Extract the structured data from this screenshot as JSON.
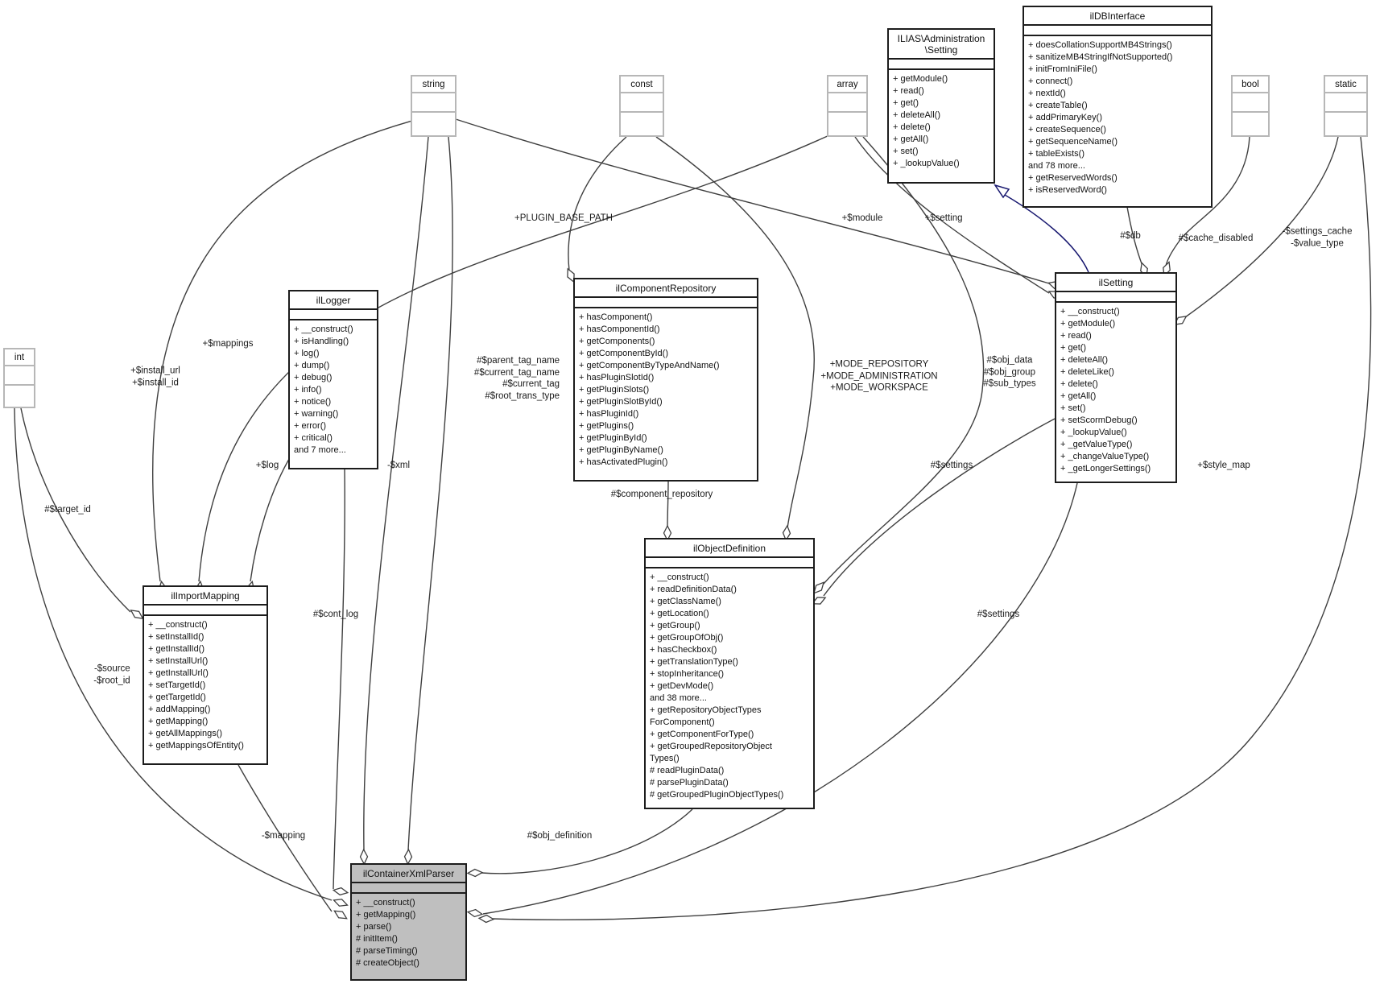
{
  "classes": [
    {
      "name": "ilDBInterface",
      "methods": [
        "+ doesCollationSupportMB4Strings()",
        "+ sanitizeMB4StringIfNotSupported()",
        "+ initFromIniFile()",
        "+ connect()",
        "+ nextId()",
        "+ createTable()",
        "+ addPrimaryKey()",
        "+ createSequence()",
        "+ getSequenceName()",
        "+ tableExists()",
        "and 78 more...",
        "+ getReservedWords()",
        "+ isReservedWord()"
      ]
    },
    {
      "name_lines": [
        "ILIAS\\Administration",
        "\\Setting"
      ],
      "methods": [
        "+ getModule()",
        "+ read()",
        "+ get()",
        "+ deleteAll()",
        "+ delete()",
        "+ getAll()",
        "+ set()",
        "+ _lookupValue()"
      ]
    },
    {
      "name": "ilSetting",
      "methods": [
        "+ __construct()",
        "+ getModule()",
        "+ read()",
        "+ get()",
        "+ deleteAll()",
        "+ deleteLike()",
        "+ delete()",
        "+ getAll()",
        "+ set()",
        "+ setScormDebug()",
        "+ _lookupValue()",
        "+ _getValueType()",
        "+ _changeValueType()",
        "+ _getLongerSettings()"
      ]
    },
    {
      "name": "ilComponentRepository",
      "methods": [
        "+ hasComponent()",
        "+ hasComponentId()",
        "+ getComponents()",
        "+ getComponentById()",
        "+ getComponentByTypeAndName()",
        "+ hasPluginSlotId()",
        "+ getPluginSlots()",
        "+ getPluginSlotById()",
        "+ hasPluginId()",
        "+ getPlugins()",
        "+ getPluginById()",
        "+ getPluginByName()",
        "+ hasActivatedPlugin()"
      ]
    },
    {
      "name": "ilObjectDefinition",
      "methods": [
        "+ __construct()",
        "+ readDefinitionData()",
        "+ getClassName()",
        "+ getLocation()",
        "+ getGroup()",
        "+ getGroupOfObj()",
        "+ hasCheckbox()",
        "+ getTranslationType()",
        "+ stopInheritance()",
        "+ getDevMode()",
        "and 38 more...",
        "+ getRepositoryObjectTypes",
        "ForComponent()",
        "+ getComponentForType()",
        "+ getGroupedRepositoryObject",
        "Types()",
        "# readPluginData()",
        "# parsePluginData()",
        "# getGroupedPluginObjectTypes()"
      ]
    },
    {
      "name": "ilLogger",
      "methods": [
        "+ __construct()",
        "+ isHandling()",
        "+ log()",
        "+ dump()",
        "+ debug()",
        "+ info()",
        "+ notice()",
        "+ warning()",
        "+ error()",
        "+ critical()",
        "and 7 more..."
      ]
    },
    {
      "name": "ilImportMapping",
      "methods": [
        "+ __construct()",
        "+ setInstallId()",
        "+ getInstallId()",
        "+ setInstallUrl()",
        "+ getInstallUrl()",
        "+ setTargetId()",
        "+ getTargetId()",
        "+ addMapping()",
        "+ getMapping()",
        "+ getAllMappings()",
        "+ getMappingsOfEntity()"
      ]
    },
    {
      "name": "ilContainerXmlParser",
      "methods": [
        "+ __construct()",
        "+ getMapping()",
        "+ parse()",
        "# initItem()",
        "# parseTiming()",
        "# createObject()"
      ]
    }
  ],
  "type_nodes": [
    {
      "label": "string"
    },
    {
      "label": "const"
    },
    {
      "label": "array"
    },
    {
      "label": "bool"
    },
    {
      "label": "static"
    },
    {
      "label": "int"
    }
  ],
  "edge_labels": {
    "plugin_base_path": {
      "lines": [
        "+PLUGIN_BASE_PATH"
      ]
    },
    "module": {
      "lines": [
        "+$module"
      ]
    },
    "setting": {
      "lines": [
        "+$setting"
      ]
    },
    "db": {
      "lines": [
        "#$db"
      ]
    },
    "cache_disabled": {
      "lines": [
        "#$cache_disabled"
      ]
    },
    "settings_cache": {
      "lines": [
        "-$settings_cache",
        "-$value_type"
      ]
    },
    "install": {
      "lines": [
        "+$install_url",
        "+$install_id"
      ]
    },
    "mappings": {
      "lines": [
        "+$mappings"
      ]
    },
    "tags": {
      "lines": [
        "#$parent_tag_name",
        "#$current_tag_name",
        "#$current_tag",
        "#$root_trans_type"
      ]
    },
    "mode": {
      "lines": [
        "+MODE_REPOSITORY",
        "+MODE_ADMINISTRATION",
        "+MODE_WORKSPACE"
      ]
    },
    "obj_data": {
      "lines": [
        "#$obj_data",
        "#$obj_group",
        "#$sub_types"
      ]
    },
    "target_id": {
      "lines": [
        "#$target_id"
      ]
    },
    "log": {
      "lines": [
        "+$log"
      ]
    },
    "xml": {
      "lines": [
        "-$xml"
      ]
    },
    "component_repository": {
      "lines": [
        "#$component_repository"
      ]
    },
    "settings_objdef": {
      "lines": [
        "#$settings"
      ]
    },
    "style_map": {
      "lines": [
        "+$style_map"
      ]
    },
    "source": {
      "lines": [
        "-$source",
        "-$root_id"
      ]
    },
    "cont_log": {
      "lines": [
        "#$cont_log"
      ]
    },
    "settings_parser": {
      "lines": [
        "#$settings"
      ]
    },
    "mapping": {
      "lines": [
        "-$mapping"
      ]
    },
    "obj_definition": {
      "lines": [
        "#$obj_definition"
      ]
    }
  },
  "colors": {
    "node_fill": "#ffffff",
    "focus_node_fill": "#bfbfbf",
    "node_border": "#1c1c1c",
    "type_node_border": "#b7b7b7",
    "edge": "#3f3f3f",
    "inheritance_edge": "#191970"
  }
}
